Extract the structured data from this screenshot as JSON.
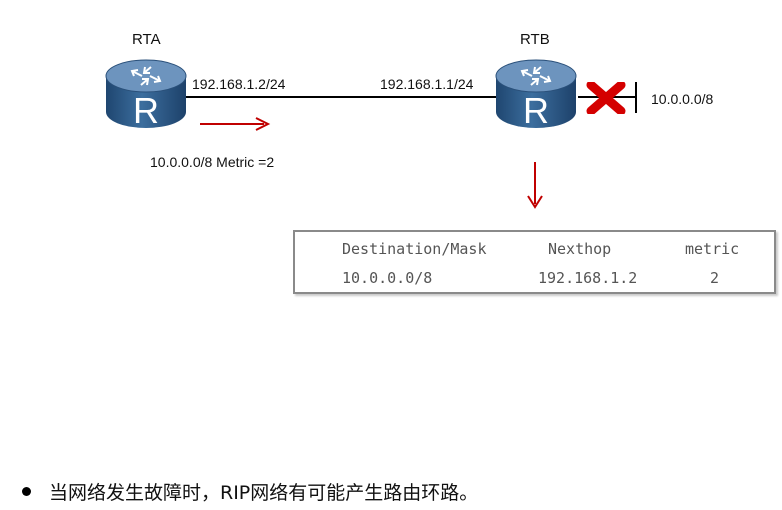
{
  "routers": {
    "rta": {
      "name": "RTA",
      "icon": "router-icon",
      "glyph": "R"
    },
    "rtb": {
      "name": "RTB",
      "icon": "router-icon",
      "glyph": "R"
    }
  },
  "links": {
    "rta_ip": "192.168.1.2/24",
    "rtb_ip": "192.168.1.1/24",
    "failed_network": "10.0.0.0/8"
  },
  "update": {
    "text": "10.0.0.0/8 Metric =2"
  },
  "routing_table": {
    "headers": [
      "Destination/Mask",
      "Nexthop",
      "metric"
    ],
    "row": [
      "10.0.0.0/8",
      "192.168.1.2",
      "2"
    ]
  },
  "bullet": {
    "text": "当网络发生故障时，RIP网络有可能产生路由环路。"
  },
  "colors": {
    "router_fill": "#2f5d8a",
    "arrow": "#c00000",
    "fail_x": "#d40000"
  }
}
